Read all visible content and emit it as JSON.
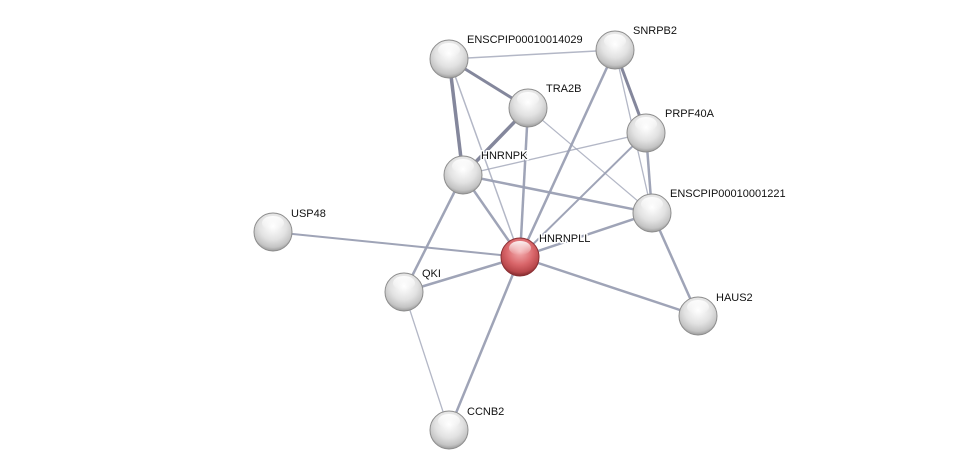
{
  "network": {
    "query_node": "HNRNPLL",
    "nodes": [
      {
        "id": "ENSCPIP00010014029",
        "label": "ENSCPIP00010014029"
      },
      {
        "id": "SNRPB2",
        "label": "SNRPB2"
      },
      {
        "id": "TRA2B",
        "label": "TRA2B"
      },
      {
        "id": "PRPF40A",
        "label": "PRPF40A"
      },
      {
        "id": "HNRNPK",
        "label": "HNRNPK"
      },
      {
        "id": "ENSCPIP00010001221",
        "label": "ENSCPIP00010001221"
      },
      {
        "id": "USP48",
        "label": "USP48"
      },
      {
        "id": "HNRNPLL",
        "label": "HNRNPLL"
      },
      {
        "id": "QKI",
        "label": "QKI"
      },
      {
        "id": "HAUS2",
        "label": "HAUS2"
      },
      {
        "id": "CCNB2",
        "label": "CCNB2"
      }
    ],
    "edges": [
      [
        "ENSCPIP00010014029",
        "SNRPB2"
      ],
      [
        "ENSCPIP00010014029",
        "TRA2B"
      ],
      [
        "ENSCPIP00010014029",
        "HNRNPK"
      ],
      [
        "ENSCPIP00010014029",
        "HNRNPLL"
      ],
      [
        "TRA2B",
        "HNRNPK"
      ],
      [
        "TRA2B",
        "HNRNPLL"
      ],
      [
        "TRA2B",
        "ENSCPIP00010001221"
      ],
      [
        "SNRPB2",
        "HNRNPLL"
      ],
      [
        "SNRPB2",
        "PRPF40A"
      ],
      [
        "SNRPB2",
        "ENSCPIP00010001221"
      ],
      [
        "PRPF40A",
        "HNRNPK"
      ],
      [
        "PRPF40A",
        "HNRNPLL"
      ],
      [
        "PRPF40A",
        "ENSCPIP00010001221"
      ],
      [
        "HNRNPK",
        "ENSCPIP00010001221"
      ],
      [
        "HNRNPK",
        "HNRNPLL"
      ],
      [
        "HNRNPK",
        "QKI"
      ],
      [
        "ENSCPIP00010001221",
        "HNRNPLL"
      ],
      [
        "ENSCPIP00010001221",
        "HAUS2"
      ],
      [
        "USP48",
        "HNRNPLL"
      ],
      [
        "QKI",
        "HNRNPLL"
      ],
      [
        "HNRNPLL",
        "HAUS2"
      ],
      [
        "HNRNPLL",
        "CCNB2"
      ],
      [
        "QKI",
        "CCNB2"
      ]
    ],
    "colors": {
      "edge": "#9a9fb3",
      "query_node": "#d9666a",
      "node": "#d8d8d8"
    }
  }
}
